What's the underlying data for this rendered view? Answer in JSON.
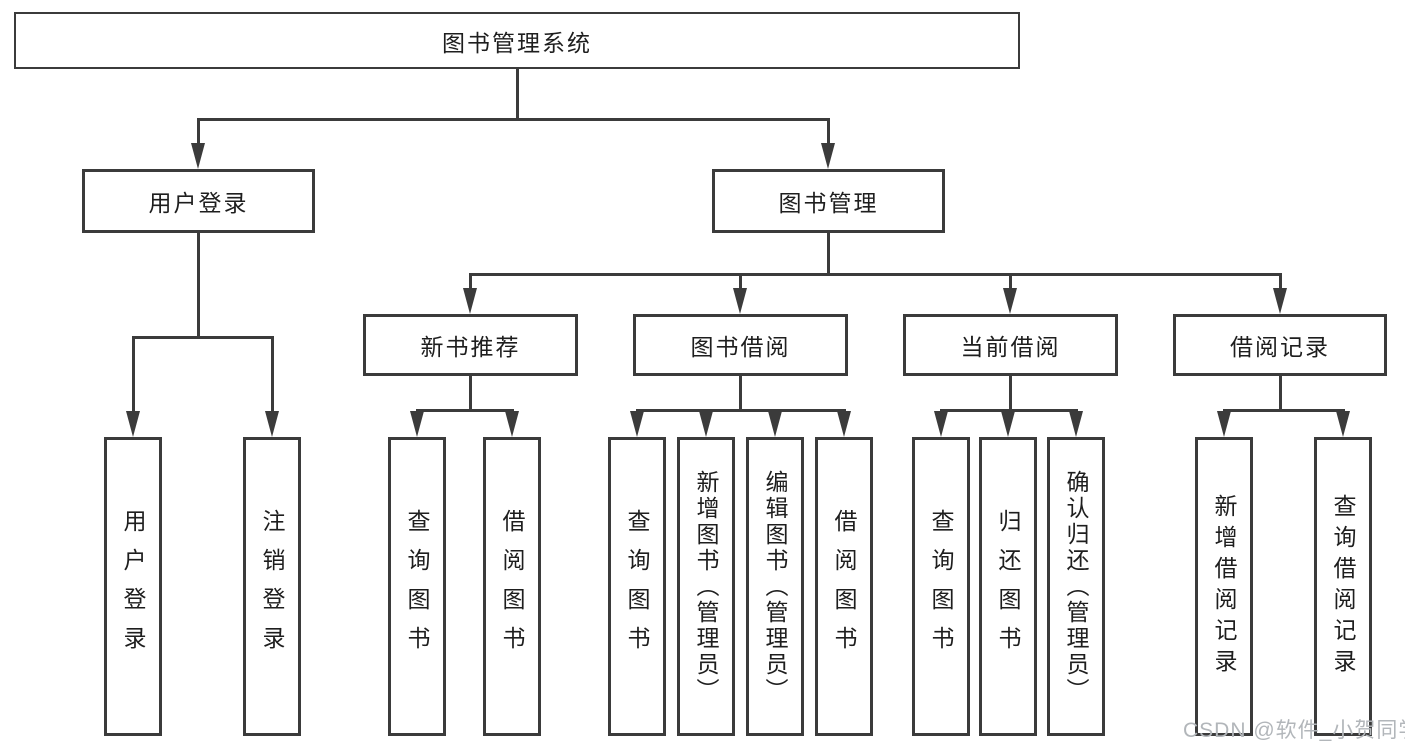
{
  "colors": {
    "line": "#3b3b3b",
    "text": "#1e1e1e",
    "watermark": "#b2b6ba",
    "background": "#ffffff"
  },
  "diagram": {
    "root": {
      "label": "图书管理系统"
    },
    "level1": [
      {
        "id": "user-login",
        "label": "用户登录"
      },
      {
        "id": "book-management",
        "label": "图书管理"
      }
    ],
    "level2": [
      {
        "id": "new-book-recommend",
        "parent": "图书管理",
        "label": "新书推荐"
      },
      {
        "id": "book-borrowing",
        "parent": "图书管理",
        "label": "图书借阅"
      },
      {
        "id": "current-borrowing",
        "parent": "图书管理",
        "label": "当前借阅"
      },
      {
        "id": "borrowing-records",
        "parent": "图书管理",
        "label": "借阅记录"
      }
    ],
    "leaves": [
      {
        "parent": "用户登录",
        "label": "用户登录"
      },
      {
        "parent": "用户登录",
        "label": "注销登录"
      },
      {
        "parent": "新书推荐",
        "label": "查询图书"
      },
      {
        "parent": "新书推荐",
        "label": "借阅图书"
      },
      {
        "parent": "图书借阅",
        "label": "查询图书"
      },
      {
        "parent": "图书借阅",
        "label": "新增图书（管理员）"
      },
      {
        "parent": "图书借阅",
        "label": "编辑图书（管理员）"
      },
      {
        "parent": "图书借阅",
        "label": "借阅图书"
      },
      {
        "parent": "当前借阅",
        "label": "查询图书"
      },
      {
        "parent": "当前借阅",
        "label": "归还图书"
      },
      {
        "parent": "当前借阅",
        "label": "确认归还（管理员）"
      },
      {
        "parent": "借阅记录",
        "label": "新增借阅记录"
      },
      {
        "parent": "借阅记录",
        "label": "查询借阅记录"
      }
    ]
  },
  "watermark": {
    "text": "CSDN @软件_小贺同学"
  }
}
